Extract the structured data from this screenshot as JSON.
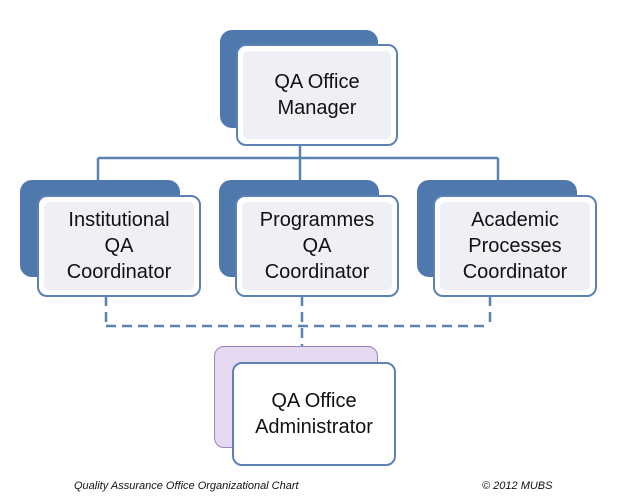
{
  "nodes": {
    "manager": {
      "label": "QA Office\nManager"
    },
    "institutional": {
      "label": "Institutional\nQA\nCoordinator"
    },
    "programmes": {
      "label": "Programmes\nQA\nCoordinator"
    },
    "academic": {
      "label": "Academic\nProcesses\nCoordinator"
    },
    "administrator": {
      "label": "QA Office\nAdministrator"
    }
  },
  "footer": {
    "caption": "Quality Assurance Office Organizational Chart",
    "copyright": "© 2012 MUBS"
  },
  "colors": {
    "connector": "#5b82b3",
    "box_border": "#5b82b3",
    "shadow_blue": "#4f78ad",
    "shadow_purple": "#e4d9f1"
  }
}
